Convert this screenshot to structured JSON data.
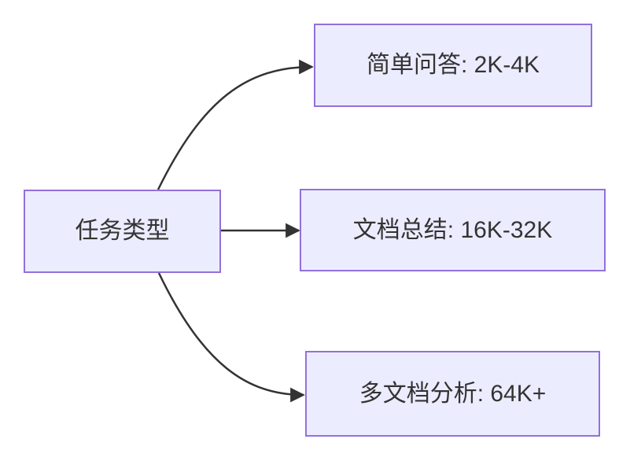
{
  "diagram": {
    "type": "flowchart-left-to-right",
    "root": {
      "label": "任务类型"
    },
    "branches": [
      {
        "label": "简单问答: 2K-4K"
      },
      {
        "label": "文档总结: 16K-32K"
      },
      {
        "label": "多文档分析: 64K+"
      }
    ],
    "edges": [
      {
        "from": "任务类型",
        "to": "简单问答: 2K-4K"
      },
      {
        "from": "任务类型",
        "to": "文档总结: 16K-32K"
      },
      {
        "from": "任务类型",
        "to": "多文档分析: 64K+"
      }
    ],
    "colors": {
      "node_fill": "#ECECFF",
      "node_border": "#9370DB",
      "edge": "#333333",
      "text": "#333333",
      "background": "#FFFFFF"
    }
  }
}
